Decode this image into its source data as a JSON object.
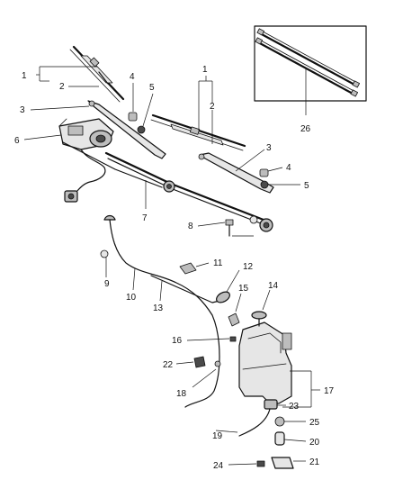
{
  "callouts": {
    "c1a": "1",
    "c2a": "2",
    "c3a": "3",
    "c4a": "4",
    "c5a": "5",
    "c6": "6",
    "c7": "7",
    "c8": "8",
    "c9": "9",
    "c10": "10",
    "c1b": "1",
    "c2b": "2",
    "c3b": "3",
    "c4b": "4",
    "c5b": "5",
    "c11": "11",
    "c12": "12",
    "c13": "13",
    "c14": "14",
    "c15": "15",
    "c16": "16",
    "c17": "17",
    "c18": "18",
    "c19": "19",
    "c20": "20",
    "c21": "21",
    "c22": "22",
    "c23": "23",
    "c24": "24",
    "c25": "25",
    "c26": "26"
  },
  "colors": {
    "line": "#111111",
    "background": "#ffffff"
  }
}
